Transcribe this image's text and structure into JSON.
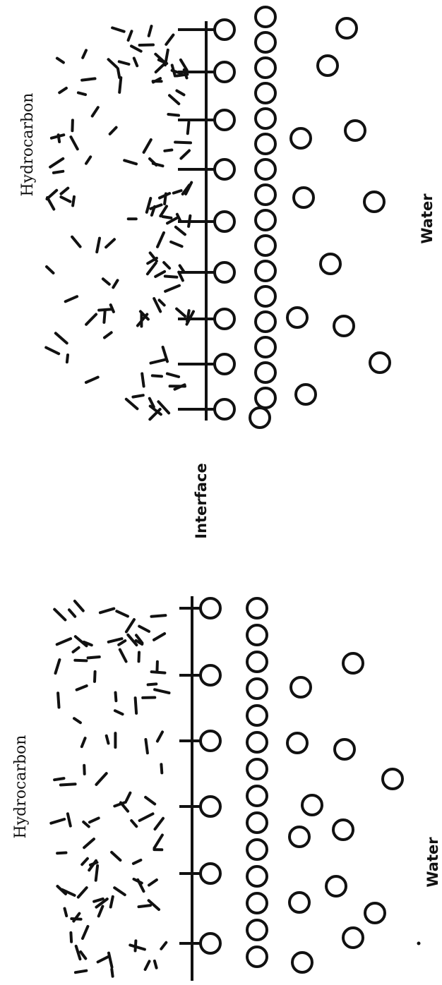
{
  "labels": {
    "hydrocarbon_top": "Hydrocarbon",
    "water_top": "Water",
    "interface": "Interface",
    "hydrocarbon_bottom": "Hydrocarbon",
    "water_bottom": "Water"
  },
  "colors": {
    "ink": "#111111",
    "background": "#ffffff"
  }
}
